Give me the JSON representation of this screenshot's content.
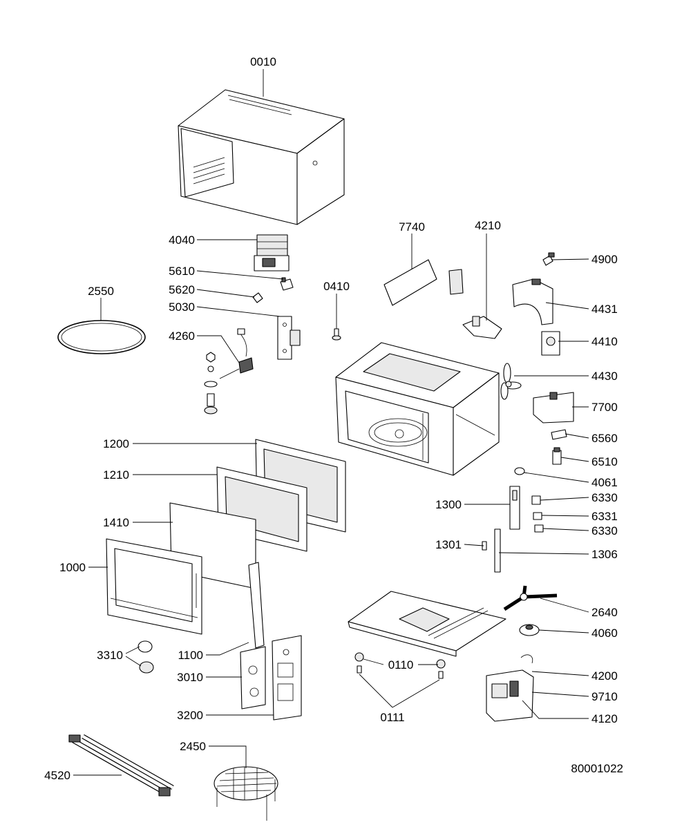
{
  "diagram": {
    "reference_number": "80001022",
    "callouts": [
      "0010",
      "4040",
      "5610",
      "5620",
      "5030",
      "4260",
      "2550",
      "0410",
      "7740",
      "4210",
      "4900",
      "4431",
      "4410",
      "4430",
      "7700",
      "6560",
      "6510",
      "4061",
      "6330",
      "6331",
      "6330",
      "1200",
      "1210",
      "1410",
      "1000",
      "1300",
      "1301",
      "1306",
      "2640",
      "4060",
      "3310",
      "1100",
      "3010",
      "3200",
      "0110",
      "0111",
      "4200",
      "9710",
      "4120",
      "2450",
      "4520"
    ]
  }
}
